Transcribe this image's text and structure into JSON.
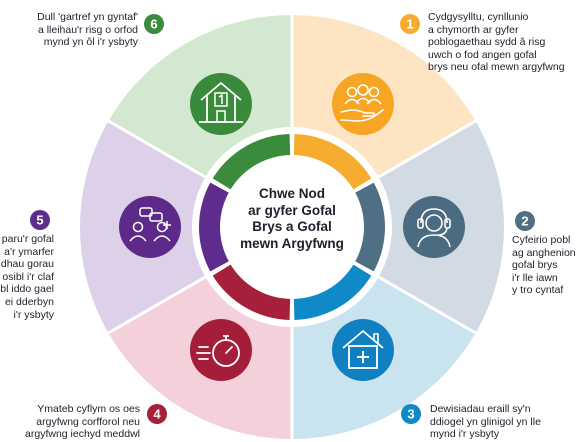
{
  "center_title": "Chwe Nod\nar gyfer Gofal\nBrys a Gofal\nmewn Argyfwng",
  "colors": {
    "aim1_bg": "#fde5c4",
    "aim1_accent": "#f6ad2f",
    "aim1_icon": "#f6a623",
    "aim2_bg": "#d2dae3",
    "aim2_accent": "#4f6f84",
    "aim2_icon": "#4a6b80",
    "aim3_bg": "#c9e3ef",
    "aim3_accent": "#1089c8",
    "aim3_icon": "#1180c2",
    "aim4_bg": "#f3d0da",
    "aim4_accent": "#a61f3b",
    "aim4_icon": "#a41e3a",
    "aim5_bg": "#ddd1e9",
    "aim5_accent": "#5e2c8c",
    "aim5_icon": "#5d2a8a",
    "aim6_bg": "#d3e8d0",
    "aim6_accent": "#3b8b3d",
    "aim6_icon": "#3a8a3c"
  },
  "aims": [
    {
      "number": "1",
      "icon": "community-hand-icon",
      "text": "Cydgysylltu, cynllunio\na chymorth ar gyfer\npoblogaethau sydd â risg\nuwch o fod angen gofal\nbrys neu ofal mewn argyfwng"
    },
    {
      "number": "2",
      "icon": "call-centre-headset-icon",
      "text": "Cyfeirio pobl\nag anghenion\ngofal brys\ni'r lle iawn\ny tro cyntaf"
    },
    {
      "number": "3",
      "icon": "house-plus-icon",
      "text": "Dewisiadau eraill sy'n\nddiogel yn glinigol yn lle\nmynd i'r ysbyty"
    },
    {
      "number": "4",
      "icon": "stopwatch-speed-icon",
      "text": "Ymateb cyflym os oes\nargyfwng corfforol neu\nargyfwng iechyd meddwl"
    },
    {
      "number": "5",
      "icon": "people-discussion-icon",
      "text": "paru'r gofal\na'r ymarfer\ndhau gorau\nosibl i'r claf\nbl iddo gael\nei dderbyn\ni'r ysbyty"
    },
    {
      "number": "6",
      "icon": "home-number-one-icon",
      "text": "Dull 'gartref yn gyntaf'\na lleihau'r risg o orfod\nmynd yn ôl i'r ysbyty"
    }
  ]
}
